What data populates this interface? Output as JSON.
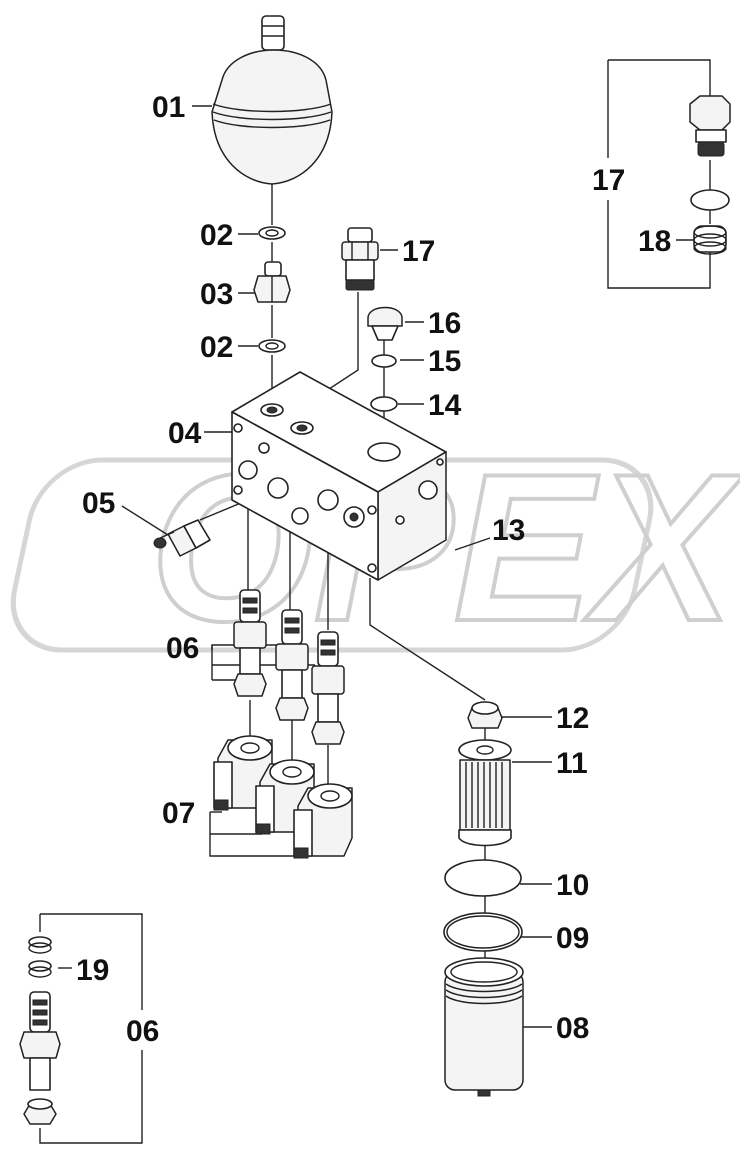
{
  "watermark": "OPEX",
  "labels": {
    "p01": "01",
    "p02a": "02",
    "p03": "03",
    "p02b": "02",
    "p17a": "17",
    "p16": "16",
    "p15": "15",
    "p14": "14",
    "p04": "04",
    "p05": "05",
    "p13": "13",
    "p06a": "06",
    "p12": "12",
    "p11": "11",
    "p07": "07",
    "p10": "10",
    "p09": "09",
    "p08": "08",
    "p17b": "17",
    "p18": "18",
    "p19": "19",
    "p06b": "06"
  }
}
